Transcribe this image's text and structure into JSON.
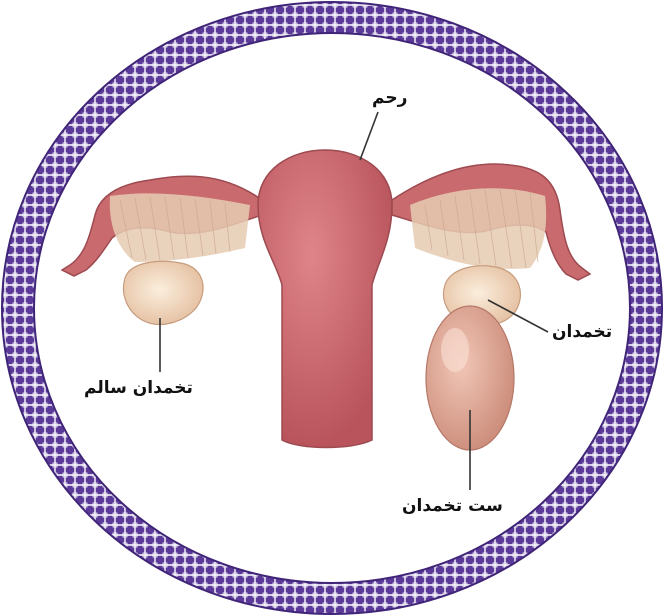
{
  "labels": {
    "uterus": "رحم",
    "healthy_ovary": "تخمدان سالم",
    "ovary": "تخمدان",
    "ovarian_cyst": "ست تخمدان"
  },
  "colors": {
    "frame_border": "#5b3a9a",
    "frame_inner": "#ffffff",
    "uterus_fill": "#c95f66",
    "tube_fill": "#c86a6e",
    "ovary_fill": "#f1d6bd",
    "cyst_fill": "#dba08b",
    "leader_line": "#333333"
  }
}
